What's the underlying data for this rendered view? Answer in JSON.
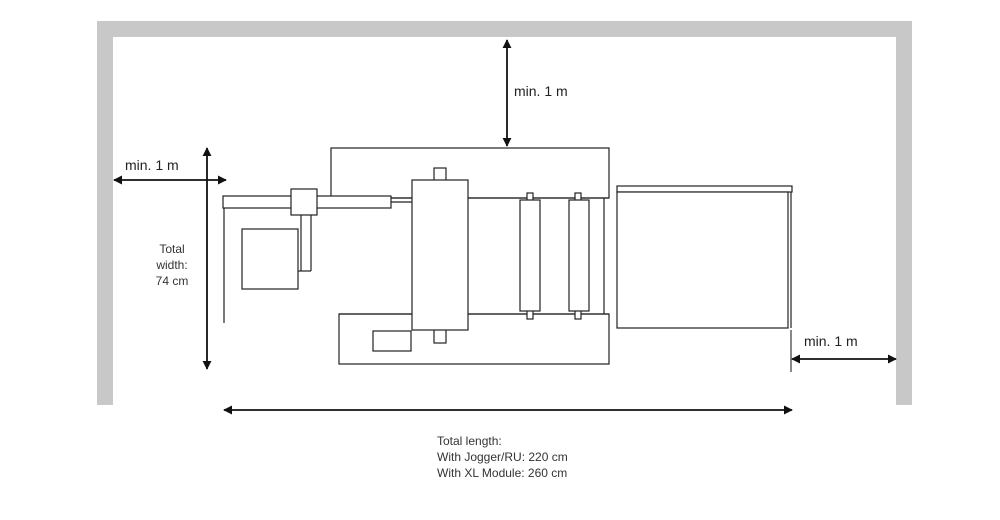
{
  "labels": {
    "top_clearance": "min. 1 m",
    "left_clearance": "min. 1 m",
    "right_clearance": "min. 1 m",
    "width_line1": "Total",
    "width_line2": "width:",
    "width_line3": "74 cm",
    "length_line1": "Total length:",
    "length_line2": "With Jogger/RU: 220 cm",
    "length_line3": "With XL Module: 260 cm"
  },
  "colors": {
    "wall": "#c8c8c8",
    "machine_stroke": "#222222",
    "arrow": "#111111",
    "background": "#ffffff"
  }
}
